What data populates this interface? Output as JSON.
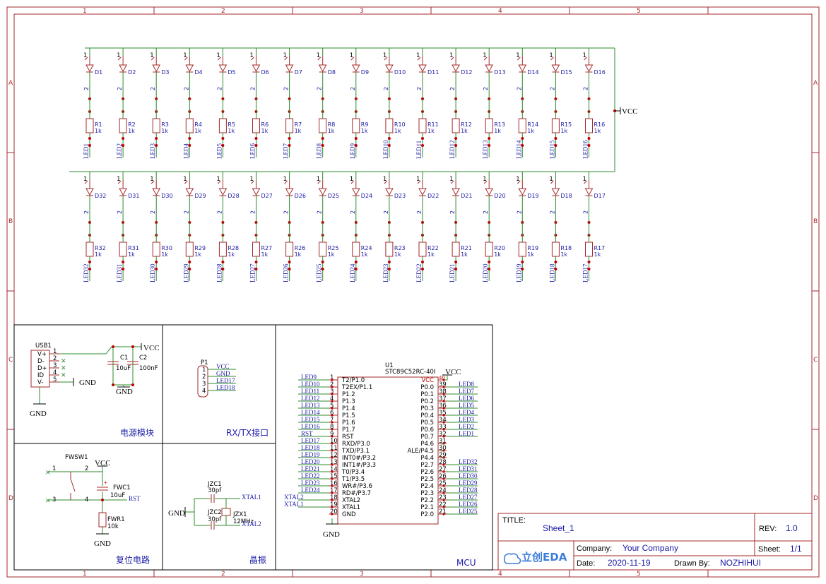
{
  "grid": {
    "columns": [
      "1",
      "2",
      "3",
      "4",
      "5"
    ],
    "rows": [
      "A",
      "B",
      "C",
      "D"
    ]
  },
  "title_block": {
    "title_label": "TITLE:",
    "title": "Sheet_1",
    "rev_label": "REV:",
    "rev": "1.0",
    "company_label": "Company:",
    "company": "Your Company",
    "sheet_label": "Sheet:",
    "sheet": "1/1",
    "date_label": "Date:",
    "date": "2020-11-19",
    "drawn_label": "Drawn By:",
    "drawn_by": "NOZHIHUI",
    "logo": "立创EDA"
  },
  "led_matrix": {
    "top_row": [
      {
        "diode": "D1",
        "resistor": "R1",
        "net": "LED1"
      },
      {
        "diode": "D2",
        "resistor": "R2",
        "net": "LED2"
      },
      {
        "diode": "D3",
        "resistor": "R3",
        "net": "LED3"
      },
      {
        "diode": "D4",
        "resistor": "R4",
        "net": "LED4"
      },
      {
        "diode": "D5",
        "resistor": "R5",
        "net": "LED5"
      },
      {
        "diode": "D6",
        "resistor": "R6",
        "net": "LED6"
      },
      {
        "diode": "D7",
        "resistor": "R7",
        "net": "LED7"
      },
      {
        "diode": "D8",
        "resistor": "R8",
        "net": "LED8"
      },
      {
        "diode": "D9",
        "resistor": "R9",
        "net": "LED9"
      },
      {
        "diode": "D10",
        "resistor": "R10",
        "net": "LED10"
      },
      {
        "diode": "D11",
        "resistor": "R11",
        "net": "LED11"
      },
      {
        "diode": "D12",
        "resistor": "R12",
        "net": "LED12"
      },
      {
        "diode": "D13",
        "resistor": "R13",
        "net": "LED13"
      },
      {
        "diode": "D14",
        "resistor": "R14",
        "net": "LED14"
      },
      {
        "diode": "D15",
        "resistor": "R15",
        "net": "LED15"
      },
      {
        "diode": "D16",
        "resistor": "R16",
        "net": "LED16"
      }
    ],
    "bottom_row": [
      {
        "diode": "D32",
        "resistor": "R32",
        "net": "LED32"
      },
      {
        "diode": "D31",
        "resistor": "R31",
        "net": "LED31"
      },
      {
        "diode": "D30",
        "resistor": "R30",
        "net": "LED30"
      },
      {
        "diode": "D29",
        "resistor": "R29",
        "net": "LED29"
      },
      {
        "diode": "D28",
        "resistor": "R28",
        "net": "LED28"
      },
      {
        "diode": "D27",
        "resistor": "R27",
        "net": "LED27"
      },
      {
        "diode": "D26",
        "resistor": "R26",
        "net": "LED26"
      },
      {
        "diode": "D25",
        "resistor": "R25",
        "net": "LED25"
      },
      {
        "diode": "D24",
        "resistor": "R24",
        "net": "LED24"
      },
      {
        "diode": "D23",
        "resistor": "R23",
        "net": "LED23"
      },
      {
        "diode": "D22",
        "resistor": "R22",
        "net": "LED22"
      },
      {
        "diode": "D21",
        "resistor": "R21",
        "net": "LED21"
      },
      {
        "diode": "D20",
        "resistor": "R20",
        "net": "LED20"
      },
      {
        "diode": "D19",
        "resistor": "R19",
        "net": "LED19"
      },
      {
        "diode": "D18",
        "resistor": "R18",
        "net": "LED18"
      },
      {
        "diode": "D17",
        "resistor": "R17",
        "net": "LED17"
      }
    ],
    "resistor_value": "1k",
    "pin1": "1",
    "pin2": "2",
    "vcc": "VCC"
  },
  "power": {
    "section": "电源模块",
    "usb_ref": "USB1",
    "usb_pins": [
      {
        "name": "V+",
        "num": "1"
      },
      {
        "name": "D-",
        "num": "2"
      },
      {
        "name": "D+",
        "num": "3"
      },
      {
        "name": "ID",
        "num": "4"
      },
      {
        "name": "V-",
        "num": "5"
      }
    ],
    "vcc": "VCC",
    "gnd": "GND",
    "c1": "C1",
    "c1_val": "10uF",
    "c2": "C2",
    "c2_val": "100nF"
  },
  "uart": {
    "section": "RX/TX接口",
    "ref": "P1",
    "pins": [
      {
        "num": "1",
        "net": "VCC"
      },
      {
        "num": "2",
        "net": "GND"
      },
      {
        "num": "3",
        "net": "LED17"
      },
      {
        "num": "4",
        "net": "LED18"
      }
    ]
  },
  "reset": {
    "section": "复位电路",
    "switch": "FWSW1",
    "cap": "FWC1",
    "cap_val": "10uF",
    "res": "FWR1",
    "res_val": "10k",
    "vcc": "VCC",
    "gnd": "GND",
    "rst": "RST",
    "pins": [
      "1",
      "2",
      "3",
      "4"
    ],
    "plus": "+"
  },
  "crystal": {
    "section": "晶振",
    "c1": "JZC1",
    "c1_val": "30pf",
    "c2": "JZC2",
    "c2_val": "30pf",
    "x": "JZX1",
    "x_val": "12MHz",
    "xtal1": "XTAL1",
    "xtal2": "XTAL2",
    "gnd": "GND"
  },
  "mcu": {
    "section": "MCU",
    "ref": "U1",
    "part": "STC89C52RC-40I",
    "vcc": "VCC",
    "gnd": "GND",
    "left_pins": [
      {
        "num": "1",
        "name": "T2/P1.0",
        "net": "LED9"
      },
      {
        "num": "2",
        "name": "T2EX/P1.1",
        "net": "LED10"
      },
      {
        "num": "3",
        "name": "P1.2",
        "net": "LED11"
      },
      {
        "num": "4",
        "name": "P1.3",
        "net": "LED12"
      },
      {
        "num": "5",
        "name": "P1.4",
        "net": "LED13"
      },
      {
        "num": "6",
        "name": "P1.5",
        "net": "LED14"
      },
      {
        "num": "7",
        "name": "P1.6",
        "net": "LED15"
      },
      {
        "num": "8",
        "name": "P1.7",
        "net": "LED16"
      },
      {
        "num": "9",
        "name": "RST",
        "net": "RST"
      },
      {
        "num": "10",
        "name": "RXD/P3.0",
        "net": "LED17"
      },
      {
        "num": "11",
        "name": "TXD/P3.1",
        "net": "LED18"
      },
      {
        "num": "12",
        "name": "INT0#/P3.2",
        "net": "LED19"
      },
      {
        "num": "13",
        "name": "INT1#/P3.3",
        "net": "LED20"
      },
      {
        "num": "14",
        "name": "T0/P3.4",
        "net": "LED21"
      },
      {
        "num": "15",
        "name": "T1/P3.5",
        "net": "LED22"
      },
      {
        "num": "16",
        "name": "WR#/P3.6",
        "net": "LED23"
      },
      {
        "num": "17",
        "name": "RD#/P3.7",
        "net": "LED24"
      },
      {
        "num": "18",
        "name": "XTAL2",
        "net": "XTAL2"
      },
      {
        "num": "19",
        "name": "XTAL1",
        "net": "XTAL1"
      },
      {
        "num": "20",
        "name": "GND",
        "net": ""
      }
    ],
    "right_pins": [
      {
        "num": "40",
        "name": "VCC",
        "net": ""
      },
      {
        "num": "39",
        "name": "P0.0",
        "net": "LED8"
      },
      {
        "num": "38",
        "name": "P0.1",
        "net": "LED7"
      },
      {
        "num": "37",
        "name": "P0.2",
        "net": "LED6"
      },
      {
        "num": "36",
        "name": "P0.3",
        "net": "LED5"
      },
      {
        "num": "35",
        "name": "P0.4",
        "net": "LED4"
      },
      {
        "num": "34",
        "name": "P0.5",
        "net": "LED3"
      },
      {
        "num": "33",
        "name": "P0.6",
        "net": "LED2"
      },
      {
        "num": "32",
        "name": "P0.7",
        "net": "LED1"
      },
      {
        "num": "31",
        "name": "P4.6",
        "net": ""
      },
      {
        "num": "30",
        "name": "ALE/P4.5",
        "net": ""
      },
      {
        "num": "29",
        "name": "P4.4",
        "net": ""
      },
      {
        "num": "28",
        "name": "P2.7",
        "net": "LED32"
      },
      {
        "num": "27",
        "name": "P2.6",
        "net": "LED31"
      },
      {
        "num": "26",
        "name": "P2.5",
        "net": "LED30"
      },
      {
        "num": "25",
        "name": "P2.4",
        "net": "LED29"
      },
      {
        "num": "24",
        "name": "P2.3",
        "net": "LED28"
      },
      {
        "num": "23",
        "name": "P2.2",
        "net": "LED27"
      },
      {
        "num": "22",
        "name": "P2.1",
        "net": "LED26"
      },
      {
        "num": "21",
        "name": "P2.0",
        "net": "LED25"
      }
    ]
  }
}
